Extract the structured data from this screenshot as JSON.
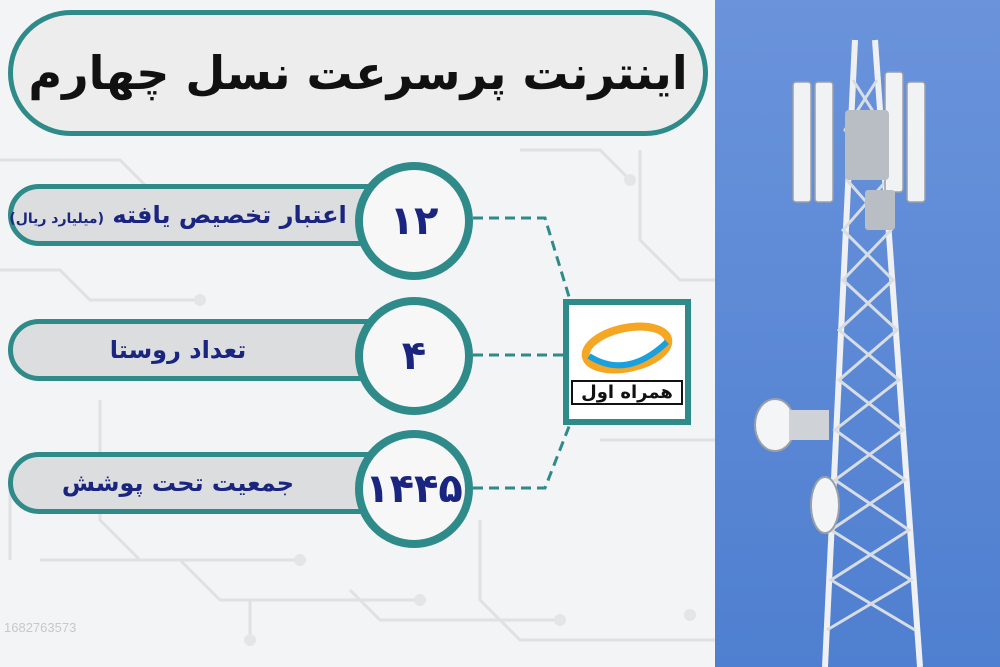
{
  "title": "اینترنت پرسرعت نسل چهارم",
  "rows": [
    {
      "label": "اعتبار تخصیص یافته",
      "label_note": "(میلیارد ریال)",
      "value": "۱۲"
    },
    {
      "label": "تعداد روستا",
      "label_note": "",
      "value": "۴"
    },
    {
      "label": "جمعیت تحت پوشش",
      "label_note": "",
      "value": "۱۴۴۵"
    }
  ],
  "logo": {
    "text": "همراه اول",
    "icon": "mci-logo-icon"
  },
  "watermark": "1682763573",
  "colors": {
    "accent": "#2f8a8a",
    "value_text": "#1a2580",
    "sky": "#5b86d6",
    "logo_orange": "#f5a623",
    "logo_blue": "#1aa0dc"
  }
}
